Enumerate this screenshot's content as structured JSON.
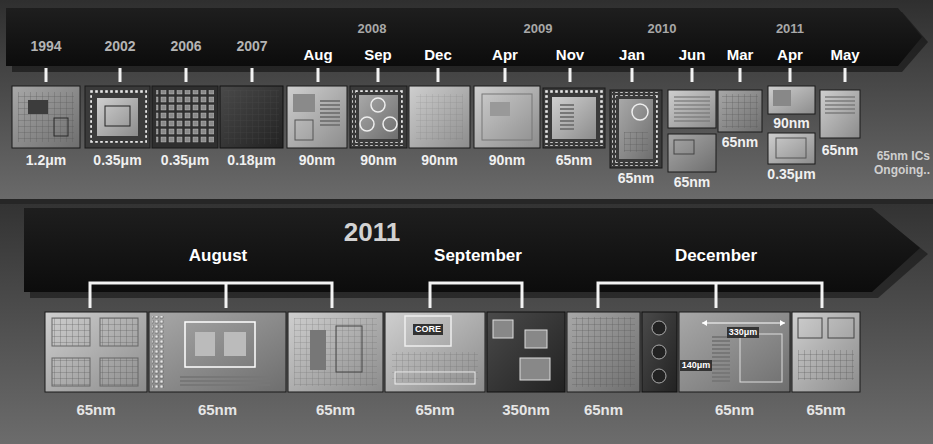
{
  "diagram": {
    "nodes": [
      {
        "text": [
          "1.2μm"
        ]
      },
      {
        "text": [
          "0.35μm"
        ]
      },
      {
        "text": [
          "0.35μm"
        ]
      },
      {
        "text": [
          "0.18μm"
        ]
      },
      {
        "text": [
          "90nm"
        ]
      },
      {
        "text": [
          "90nm"
        ]
      },
      {
        "text": [
          "90nm"
        ]
      },
      {
        "text": [
          "90nm"
        ]
      },
      {
        "text": [
          "65nm"
        ]
      },
      {
        "text": [
          "65nm"
        ]
      },
      {
        "text": [
          "65nm"
        ]
      },
      {
        "text": [
          "65nm"
        ]
      },
      {
        "text": [
          "90nm"
        ]
      },
      {
        "text": [
          "0.35μm"
        ]
      },
      {
        "text": [
          "65nm"
        ]
      },
      {
        "text": [
          "65nm"
        ]
      },
      {
        "text": [
          "65nm"
        ]
      },
      {
        "text": [
          "65nm"
        ]
      },
      {
        "text": [
          "65nm"
        ]
      },
      {
        "text": [
          "350nm"
        ]
      },
      {
        "text": [
          "65nm"
        ]
      },
      {
        "text": [
          "65nm"
        ]
      },
      {
        "text": [
          "65nm"
        ]
      }
    ],
    "labels": [
      "1994",
      "2002",
      "2006",
      "2007",
      "2008",
      "Aug",
      "Sep",
      "Dec",
      "2009",
      "Apr",
      "Nov",
      "2010",
      "Jan",
      "Jun",
      "Mar",
      "2011",
      "Apr",
      "May",
      "65nm ICs Ongoing..",
      "2011",
      "August",
      "September",
      "December",
      "CORE",
      "330μm",
      "140μm"
    ]
  }
}
